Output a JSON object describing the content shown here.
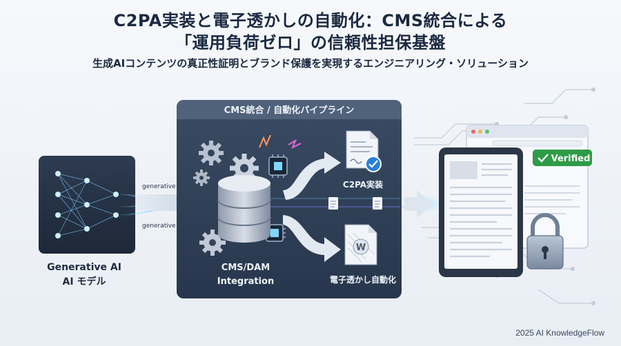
{
  "header": {
    "title_line1": "C2PA実装と電子透かしの自動化：CMS統合による",
    "title_line2": "「運用負荷ゼロ」の信頼性担保基盤",
    "subtitle": "生成AIコンテンツの真正性証明とブランド保護を実現するエンジニアリング・ソリューション"
  },
  "ai_model": {
    "label_line1": "Generative AI",
    "label_line2": "AI モデル",
    "arrow_label_top": "generative",
    "arrow_label_bottom": "generative"
  },
  "pipeline": {
    "title": "CMS統合 / 自動化パイプライン",
    "cms_label_line1": "CMS/DAM",
    "cms_label_line2": "Integration",
    "c2pa_label": "C2PA実装",
    "watermark_label": "電子透かし自動化",
    "watermark_letter": "W"
  },
  "output": {
    "verified_label": "Verified"
  },
  "footer": {
    "credit": "2025 AI KnowledgeFlow"
  },
  "colors": {
    "title": "#1b2840",
    "panel": "#2d3d55",
    "panel_header": "#50617a",
    "verified_green": "#2e9b47",
    "arrow": "#cfd9e6",
    "neon_blue": "#7fd7ff"
  },
  "icons": [
    "neural-network-icon",
    "gear-icon",
    "database-icon",
    "chip-icon",
    "document-check-icon",
    "watermark-document-icon",
    "browser-window-icon",
    "tablet-icon",
    "padlock-icon",
    "checkmark-icon"
  ]
}
